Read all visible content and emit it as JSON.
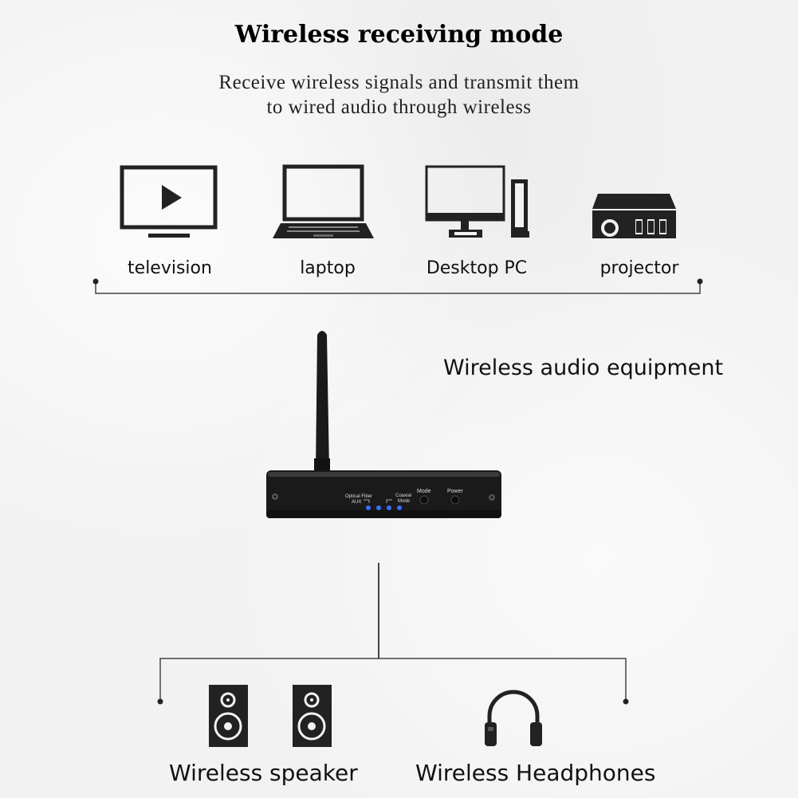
{
  "title": "Wireless receiving mode",
  "subtitle": {
    "line1": "Receive wireless signals and transmit them",
    "line2": "to wired audio through wireless"
  },
  "sources": [
    {
      "label": "television",
      "icon": "television-icon"
    },
    {
      "label": "laptop",
      "icon": "laptop-icon"
    },
    {
      "label": "Desktop PC",
      "icon": "desktop-pc-icon"
    },
    {
      "label": "projector",
      "icon": "projector-icon"
    }
  ],
  "equipment": {
    "label": "Wireless audio equipment",
    "panel": {
      "optical_fiber": "Optical Fiber",
      "aux": "AUX",
      "coaxial": "Coaxial",
      "mode_small": "Mode",
      "mode_button": "Mode",
      "power_button": "Power"
    }
  },
  "outputs": [
    {
      "label": "Wireless speaker",
      "icon": "speaker-icon"
    },
    {
      "label": "Wireless Headphones",
      "icon": "headphones-icon"
    }
  ],
  "colors": {
    "line": "#444444",
    "icon": "#222222",
    "led": "#3b6cff",
    "device": "#1a1a1a"
  }
}
